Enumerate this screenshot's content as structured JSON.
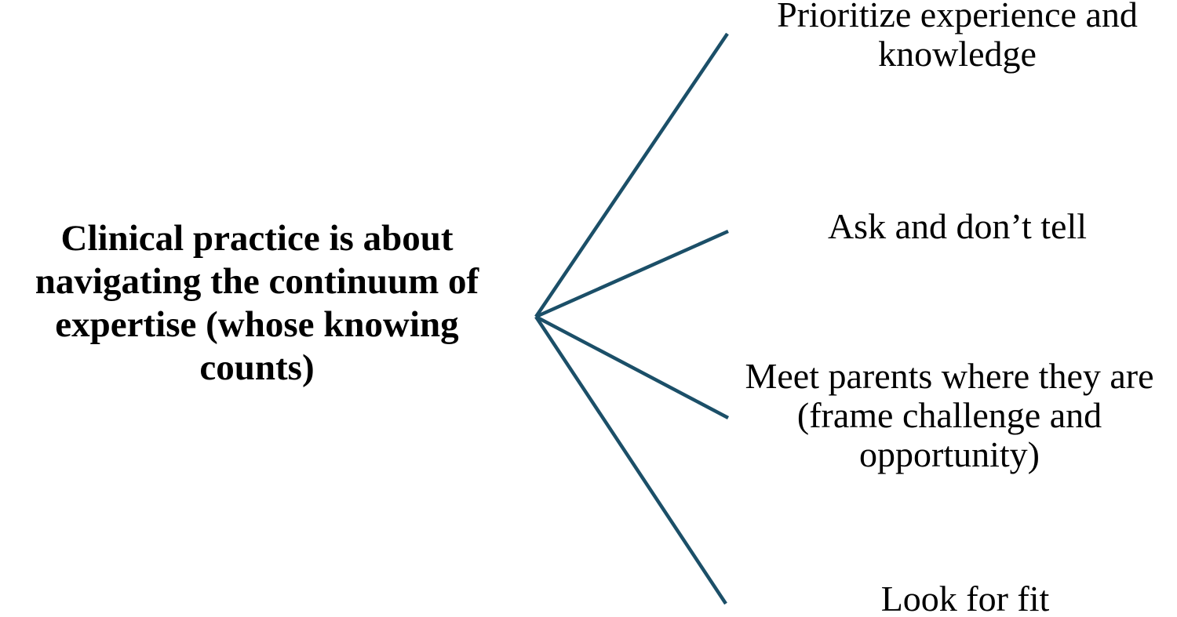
{
  "diagram": {
    "center_node": {
      "lines": [
        "Clinical practice is about",
        "navigating the continuum of",
        "expertise (whose knowing",
        "counts)"
      ]
    },
    "branches": [
      {
        "lines": [
          "Prioritize experience and",
          "knowledge"
        ]
      },
      {
        "lines": [
          "Ask and don’t tell"
        ]
      },
      {
        "lines": [
          "Meet parents where they are",
          "(frame challenge and",
          "opportunity)"
        ]
      },
      {
        "lines": [
          "Look for fit"
        ]
      }
    ],
    "line_color": "#1b4f68",
    "text_color": "#000000",
    "background_color": "#ffffff"
  }
}
